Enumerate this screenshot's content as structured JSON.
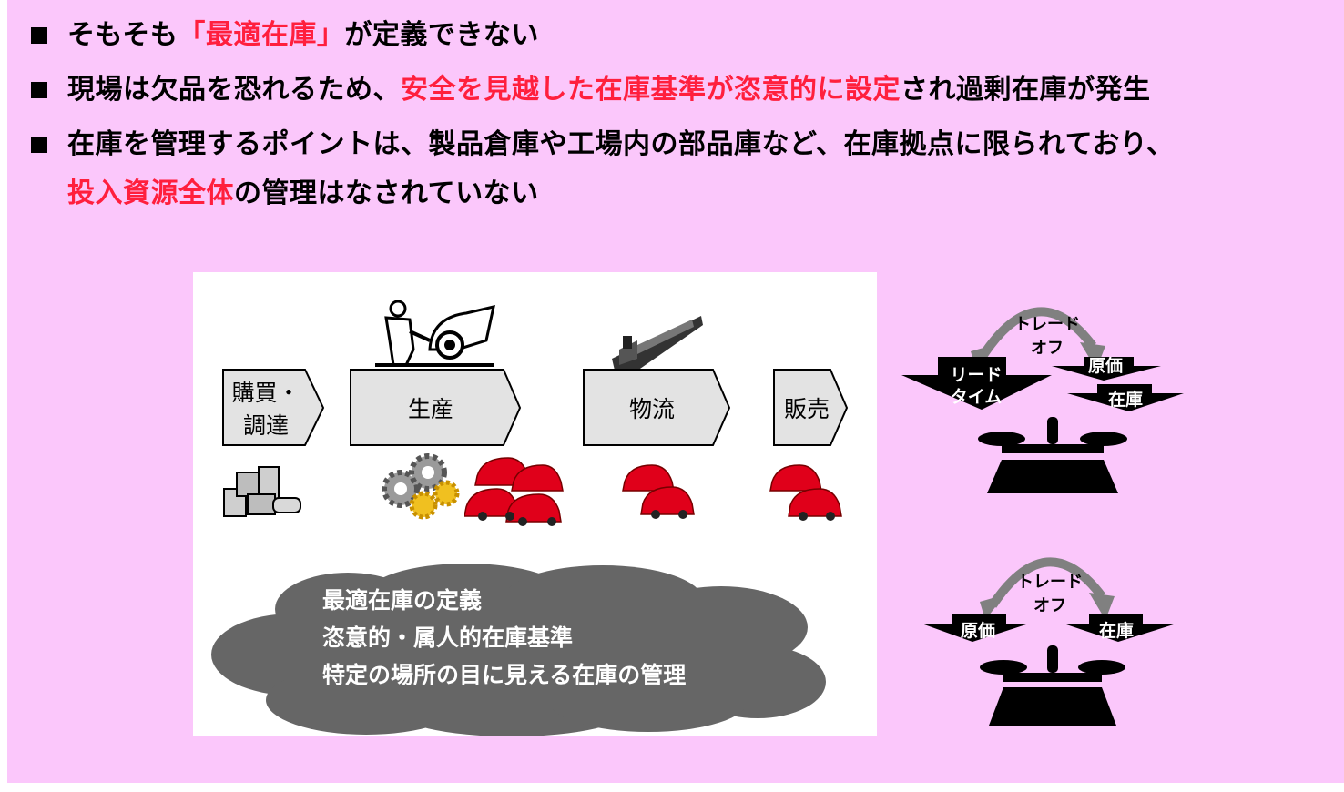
{
  "bullets": [
    {
      "parts": [
        {
          "t": "そもそも",
          "red": false
        },
        {
          "t": "「最適在庫」",
          "red": true
        },
        {
          "t": "が定義できない",
          "red": false
        }
      ]
    },
    {
      "parts": [
        {
          "t": "現場は欠品を恐れるため、",
          "red": false
        },
        {
          "t": "安全を見越した在庫基準が恣意的に設定",
          "red": true
        },
        {
          "t": "され過剰在庫が発生",
          "red": false
        }
      ]
    },
    {
      "line1": "在庫を管理するポイントは、製品倉庫や工場内の部品庫など、在庫拠点に限られており、",
      "line2_parts": [
        {
          "t": "投入資源全体",
          "red": true
        },
        {
          "t": "の管理はなされていない",
          "red": false
        }
      ]
    }
  ],
  "process": {
    "purchase_line1": "購買・",
    "purchase_line2": "調達",
    "production": "生産",
    "logistics": "物流",
    "sales": "販売"
  },
  "cloud": {
    "line1": "最適在庫の定義",
    "line2": "恣意的・属人的在庫基準",
    "line3": "特定の場所の目に見える在庫の管理"
  },
  "tradeoff_top": {
    "label_line1": "トレード",
    "label_line2": "オフ",
    "left_line1": "リード",
    "left_line2": "タイム",
    "right_top": "原価",
    "right_bottom": "在庫"
  },
  "tradeoff_bottom": {
    "label_line1": "トレード",
    "label_line2": "オフ",
    "left": "原価",
    "right": "在庫"
  },
  "colors": {
    "background": "#fbc7fb",
    "accent_red": "#ff1f3d",
    "stage_fill": "#e3e3e3",
    "cloud_fill": "#666666",
    "car_red": "#e0001a"
  }
}
